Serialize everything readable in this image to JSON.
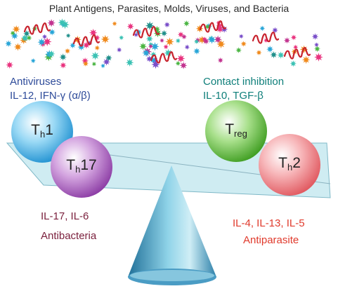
{
  "header": {
    "title": "Plant Antigens, Parasites, Molds, Viruses, and Bacteria"
  },
  "left_top": {
    "line1": "Antiviruses",
    "line2": "IL-12, IFN-γ (α/β)"
  },
  "right_top": {
    "line1": "Contact inhibition",
    "line2": "IL-10, TGF-β"
  },
  "left_bottom": {
    "line1": "IL-17, IL-6",
    "line2": "Antibacteria"
  },
  "right_bottom": {
    "line1": "IL-4, IL-13, IL-5",
    "line2": "Antiparasite"
  },
  "cells": {
    "th1": {
      "main": "T",
      "sub": "h",
      "suffix": "1"
    },
    "th17": {
      "main": "T",
      "sub": "h",
      "suffix": "17"
    },
    "treg": {
      "main": "T",
      "sub": "reg",
      "suffix": ""
    },
    "th2": {
      "main": "T",
      "sub": "h",
      "suffix": "2"
    }
  },
  "colors": {
    "th1": "#3fb3e8",
    "th17": "#a24fb5",
    "treg": "#5dbb3a",
    "th2": "#ee7f84",
    "plane": "#b8e3ec",
    "cone": "#4fa4c8",
    "wave": "#c8232e"
  }
}
